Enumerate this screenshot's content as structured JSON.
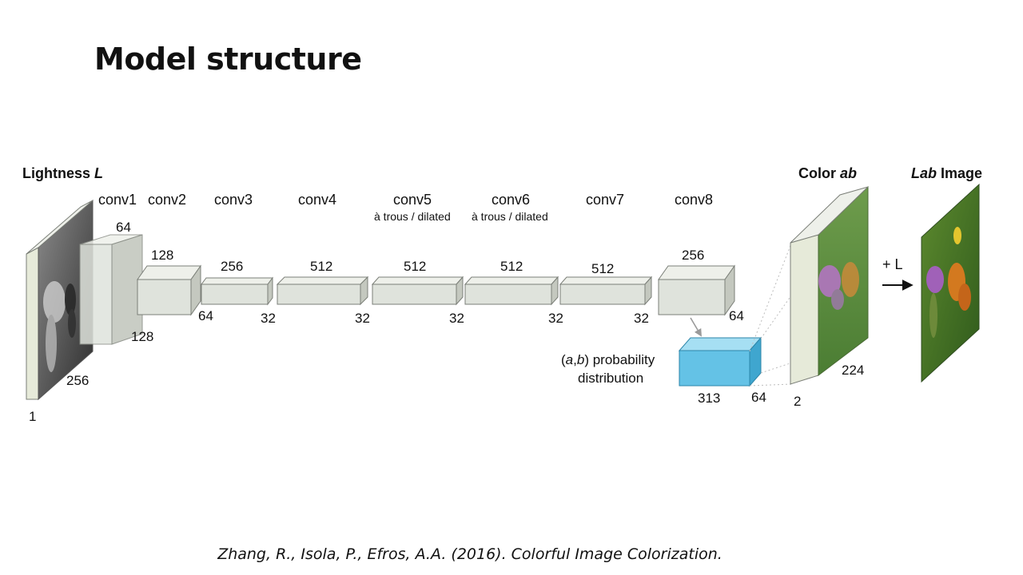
{
  "slide": {
    "title": "Model structure",
    "citation": "Zhang, R., Isola, P., Efros, A.A. (2016). Colorful Image Colorization."
  },
  "diagram": {
    "input": {
      "label_prefix": "Lightness ",
      "label_var": "L",
      "channels": "1",
      "size": "256"
    },
    "layers": [
      {
        "name": "conv1",
        "note": "",
        "channels": "64",
        "spatial": "128"
      },
      {
        "name": "conv2",
        "note": "",
        "channels": "128",
        "spatial": "64"
      },
      {
        "name": "conv3",
        "note": "",
        "channels": "256",
        "spatial": "32"
      },
      {
        "name": "conv4",
        "note": "",
        "channels": "512",
        "spatial": "32"
      },
      {
        "name": "conv5",
        "note": "à trous / dilated",
        "channels": "512",
        "spatial": "32"
      },
      {
        "name": "conv6",
        "note": "à trous / dilated",
        "channels": "512",
        "spatial": "32"
      },
      {
        "name": "conv7",
        "note": "",
        "channels": "512",
        "spatial": "32"
      },
      {
        "name": "conv8",
        "note": "",
        "channels": "256",
        "spatial": "64"
      }
    ],
    "distribution": {
      "open": "(",
      "a": "a",
      "comma": ",",
      "b": "b",
      "close_rest": ") probability",
      "line2": "distribution",
      "bins": "313",
      "spatial": "64"
    },
    "output": {
      "label_prefix": "Color ",
      "label_var": "ab",
      "channels": "2",
      "size": "224"
    },
    "plus_l": "+ L",
    "lab": {
      "label_var": "Lab",
      "label_suffix": " Image"
    },
    "colors": {
      "block_face": "#dfe3dc",
      "block_top": "#eef0ea",
      "block_side": "#c4c8bf",
      "block_stroke": "#7b7f78",
      "dist_face": "#64c2e6",
      "dist_top": "#a6dff3",
      "dist_side": "#3fa6cf"
    }
  }
}
